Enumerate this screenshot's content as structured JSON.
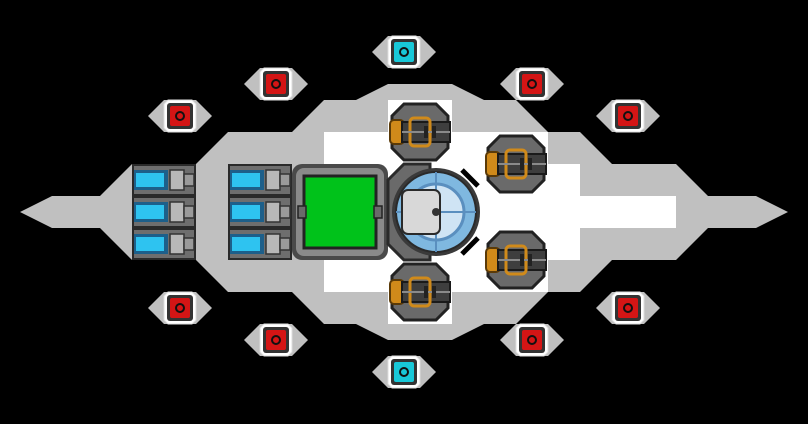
{
  "scene": {
    "background": "#000000",
    "hull_color": "#c0c0c0",
    "interior_color": "#ffffff",
    "frame_color": "#4a4a4a"
  },
  "modules": {
    "reactor": {
      "name": "reactor-core",
      "color": "#00c21a"
    },
    "cockpit": {
      "name": "cockpit-dome",
      "glass_color": "#7fb8e0"
    },
    "engines": {
      "name": "engine-bank",
      "glow_color": "#2ec3f0",
      "rows": 3,
      "columns": 2
    },
    "turrets": {
      "name": "cannon-turret",
      "barrel_color": "#d08a1a",
      "count": 4
    },
    "red_nodes": {
      "name": "red-beacon",
      "color": "#d41515",
      "count": 8
    },
    "cyan_nodes": {
      "name": "cyan-beacon",
      "color": "#18c8d8",
      "count": 2
    }
  }
}
